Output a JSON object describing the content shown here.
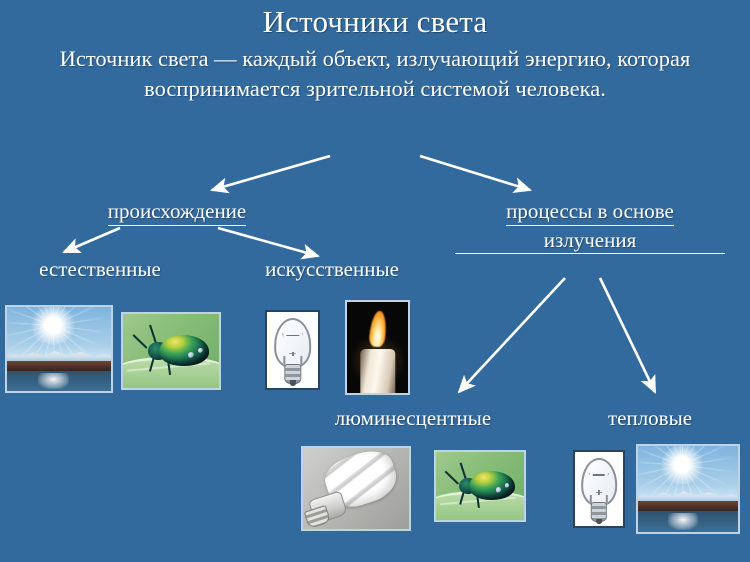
{
  "page": {
    "title": "Источники света",
    "definition": "Источник света — каждый объект, излучающий энергию, которая воспринимается зрительной системой человека.",
    "background_color": "#336a9e",
    "text_color": "#ffffff"
  },
  "nodes": {
    "origin": "происхождение",
    "process_line1": "процессы  в  основе",
    "process_line2": "излучения",
    "natural": "естественные",
    "artificial": "искусственные",
    "luminescent": "люминесцентные",
    "thermal": "тепловые"
  },
  "images": {
    "sun_natural": "sun-over-water-photo",
    "beetle_natural": "glowing-beetle-photo",
    "bulb_artificial": "incandescent-bulb-photo",
    "candle_artificial": "candle-flame-photo",
    "cfl_luminescent": "compact-fluorescent-lamp-photo",
    "beetle_luminescent": "glowing-beetle-photo",
    "bulb_thermal": "incandescent-bulb-photo",
    "sun_thermal": "sun-over-water-photo"
  },
  "arrows": {
    "to_origin": "arrow-definition-to-origin",
    "to_process": "arrow-definition-to-process",
    "origin_to_natural": "arrow-origin-to-natural",
    "origin_to_artificial": "arrow-origin-to-artificial",
    "process_to_luminescent": "arrow-process-to-luminescent",
    "process_to_thermal": "arrow-process-to-thermal",
    "color": "#ffffff"
  }
}
